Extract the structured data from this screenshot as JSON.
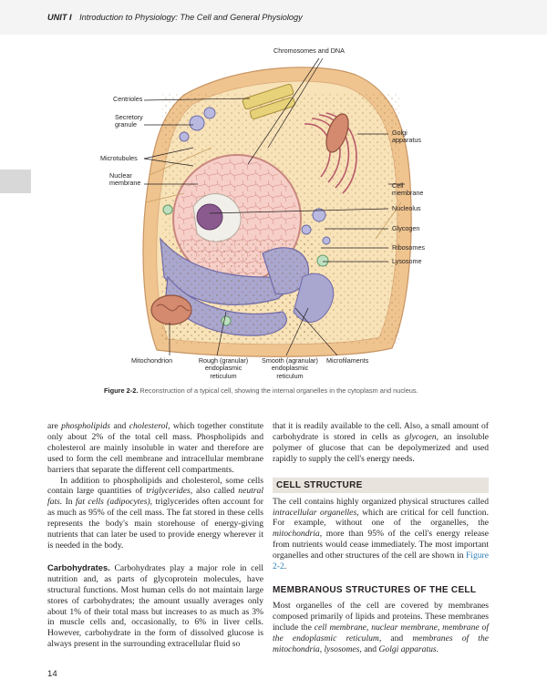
{
  "running_head": {
    "unit": "UNIT I",
    "title": "Introduction to Physiology: The Cell and General Physiology"
  },
  "figure": {
    "labels": {
      "chromosomes": "Chromosomes and DNA",
      "centrioles": "Centrioles",
      "secretory": "Secretory\ngranule",
      "golgi": "Golgi\napparatus",
      "microtubules": "Microtubules",
      "nuclear_membrane": "Nuclear\nmembrane",
      "cell_membrane": "Cell\nmembrane",
      "nucleolus": "Nucleolus",
      "glycogen": "Glycogen",
      "ribosomes": "Ribosomes",
      "lysosome": "Lysosome",
      "mitochondrion": "Mitochondrion",
      "rough_er": "Rough (granular)\nendoplasmic\nreticulum",
      "smooth_er": "Smooth (agranular)\nendoplasmic\nreticulum",
      "microfilaments": "Microfilaments"
    },
    "caption_num": "Figure 2-2.",
    "caption_text": " Reconstruction of a typical cell, showing the internal organelles in the cytoplasm and nucleus."
  },
  "left_col": {
    "p1_a": "are ",
    "p1_b": "phospholipids",
    "p1_c": " and ",
    "p1_d": "cholesterol",
    "p1_e": ", which together constitute only about 2% of the total cell mass. Phospholipids and cholesterol are mainly insoluble in water and therefore are used to form the cell membrane and intracellular membrane barriers that separate the different cell compartments.",
    "p2_a": "In addition to phospholipids and cholesterol, some cells contain large quantities of ",
    "p2_b": "triglycerides,",
    "p2_c": " also called ",
    "p2_d": "neutral fats.",
    "p2_e": " In ",
    "p2_f": "fat cells (adipocytes),",
    "p2_g": " triglycerides often account for as much as 95% of the cell mass. The fat stored in these cells represents the body's main storehouse of energy-giving nutrients that can later be used to provide energy wherever it is needed in the body.",
    "p3_lead": "Carbohydrates.",
    "p3_text": " Carbohydrates play a major role in cell nutrition and, as parts of glycoprotein molecules, have structural functions. Most human cells do not maintain large stores of carbohydrates; the amount usually averages only about 1% of their total mass but increases to as much as 3% in muscle cells and, occasionally, to 6% in liver cells. However, carbohydrate in the form of dissolved glucose is always present in the surrounding extracellular fluid so"
  },
  "right_col": {
    "p1_a": "that it is readily available to the cell. Also, a small amount of carbohydrate is stored in cells as ",
    "p1_b": "glycogen,",
    "p1_c": " an insoluble polymer of glucose that can be depolymerized and used rapidly to supply the cell's energy needs.",
    "h1": "CELL STRUCTURE",
    "p2_a": "The cell contains highly organized physical structures called ",
    "p2_b": "intracellular organelles,",
    "p2_c": " which are critical for cell function. For example, without one of the organelles, the ",
    "p2_d": "mitochondria,",
    "p2_e": " more than 95% of the cell's energy release from nutrients would cease immediately. The most important organelles and other structures of the cell are shown in ",
    "p2_link": "Figure 2-2",
    "p2_f": ".",
    "h2": "MEMBRANOUS STRUCTURES OF THE CELL",
    "p3_a": "Most organelles of the cell are covered by membranes composed primarily of lipids and proteins. These membranes include the ",
    "p3_b": "cell membrane, nuclear membrane, membrane of the endoplasmic reticulum,",
    "p3_c": " and ",
    "p3_d": "membranes of the mitochondria, lysosomes,",
    "p3_e": " and ",
    "p3_f": "Golgi apparatus."
  },
  "page_number": "14",
  "colors": {
    "cytoplasm": "#f6d9a8",
    "membrane": "#e9b98a",
    "nucleus": "#f4c6c0",
    "er": "#a9a6cf",
    "accent_link": "#2b7fb8"
  }
}
